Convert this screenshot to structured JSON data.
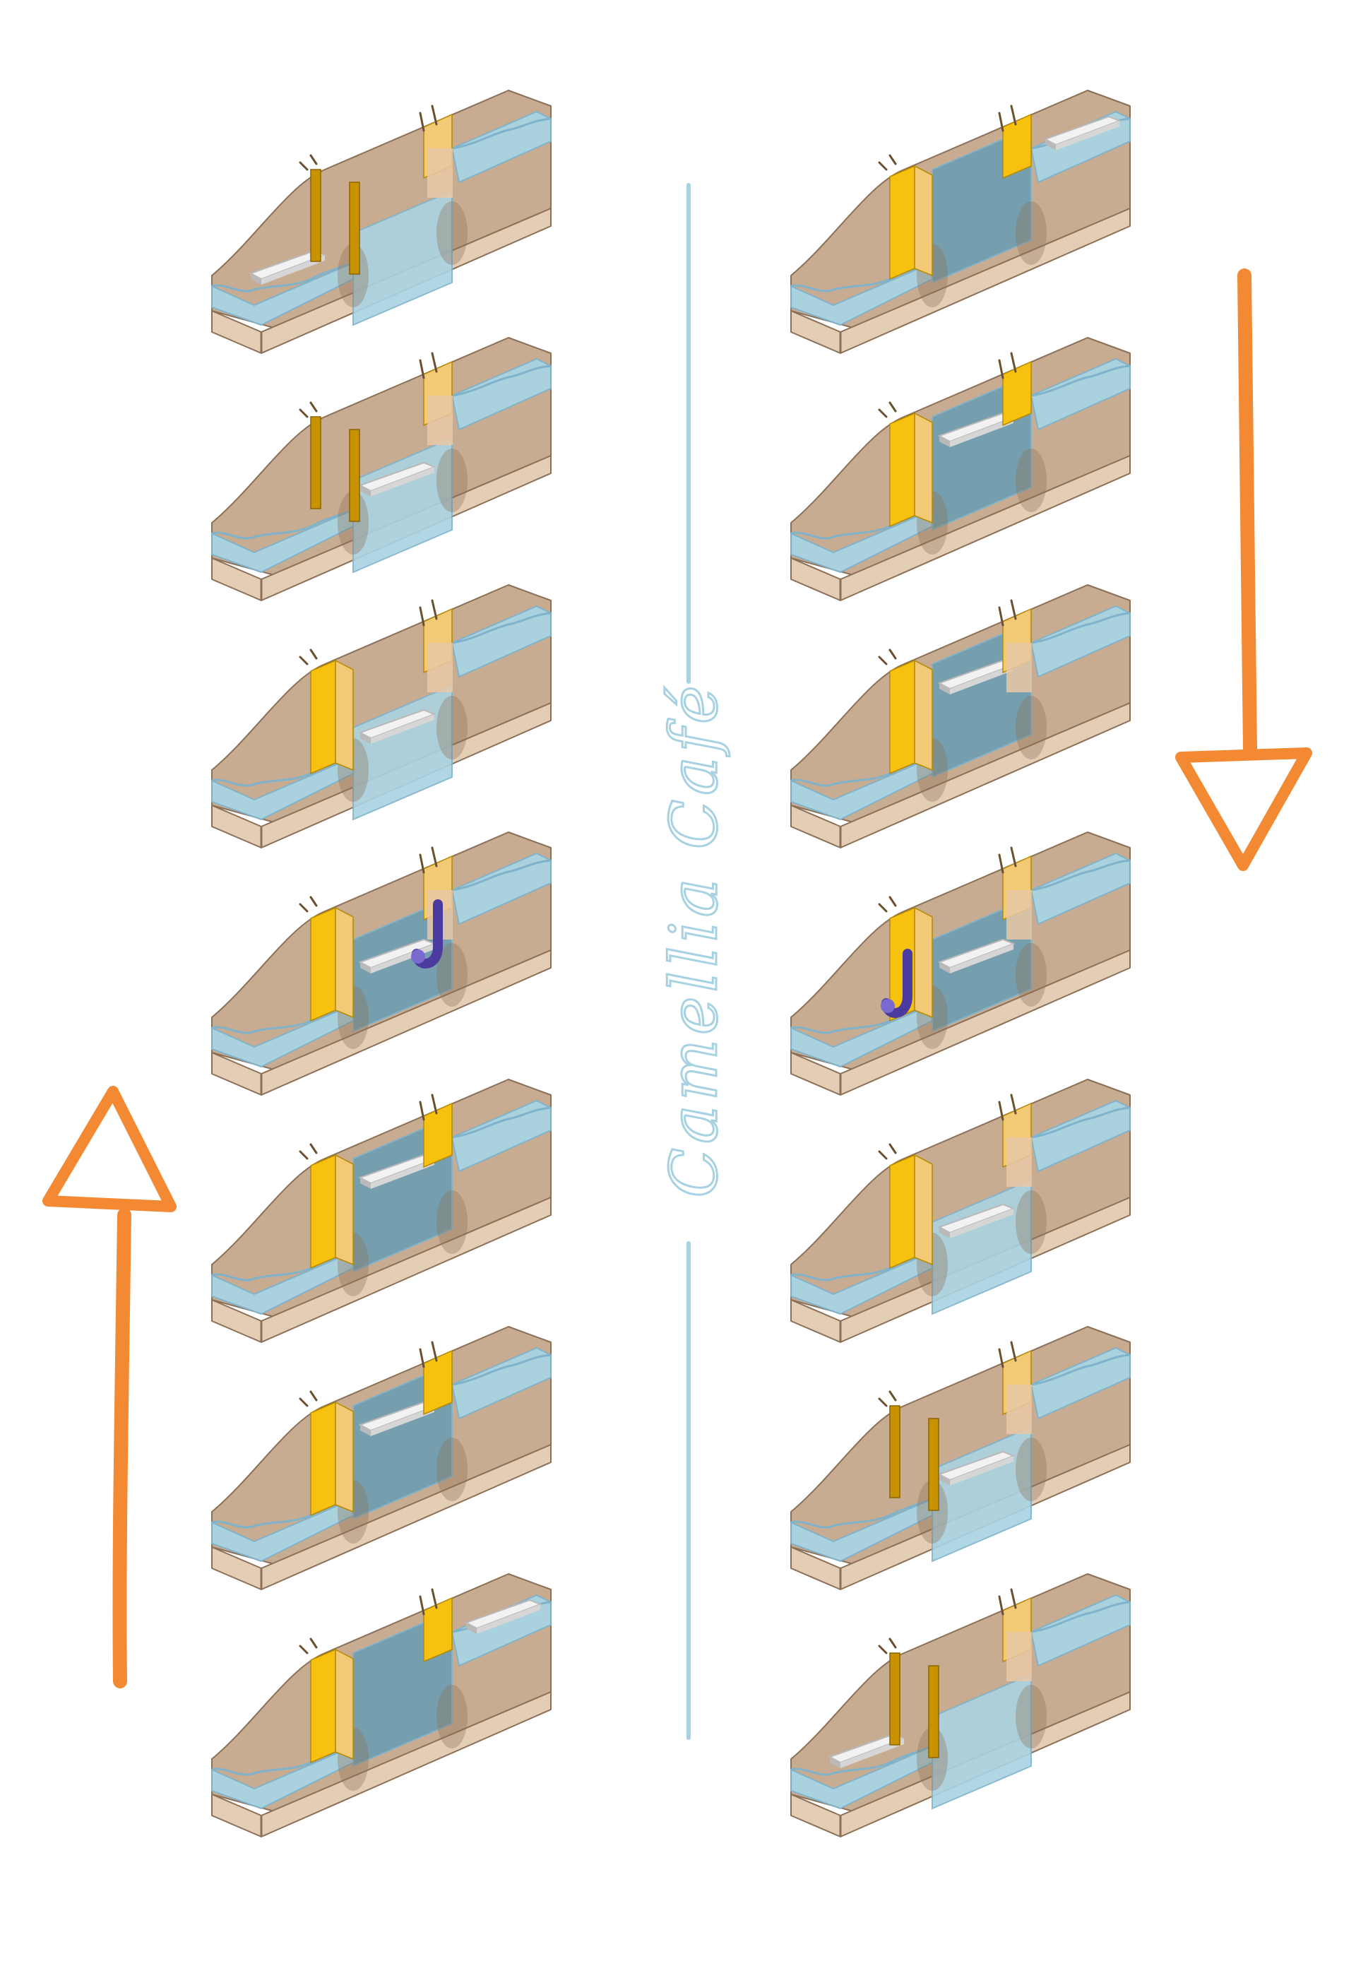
{
  "title": "Camellia Café",
  "colors": {
    "background": "#ffffff",
    "water": "#a9d3e3",
    "water_edge": "#7fb3cc",
    "water_deep": "#6d9db2",
    "earth": "#c8ac91",
    "earth_light": "#e3cdb5",
    "earth_dark": "#8b6f56",
    "gate_open": "#f6c20f",
    "gate_closed": "#c99200",
    "gate_pale": "#f2c975",
    "boat": "#f2f2f2",
    "boat_shade": "#b9b9b9",
    "pump": "#4b3ba0",
    "divider": "#a7d2e2",
    "arrow": "#f38a33"
  },
  "arrows": [
    {
      "name": "upward-arrow",
      "direction": "up"
    },
    {
      "name": "downward-arrow",
      "direction": "down"
    }
  ],
  "panels": {
    "left": [
      {
        "stage": 1,
        "gate_a": "closed",
        "gate_b": "pale",
        "boat_pos": "low",
        "chamber": "low",
        "pump": false
      },
      {
        "stage": 2,
        "gate_a": "closed",
        "gate_b": "pale",
        "boat_pos": "chamber",
        "chamber": "low",
        "pump": false
      },
      {
        "stage": 3,
        "gate_a": "open",
        "gate_b": "pale",
        "boat_pos": "chamber",
        "chamber": "low",
        "pump": false
      },
      {
        "stage": 4,
        "gate_a": "open",
        "gate_b": "pale",
        "boat_pos": "chamber",
        "chamber": "mid",
        "pump": true
      },
      {
        "stage": 5,
        "gate_a": "open",
        "gate_b": "open",
        "boat_pos": "chamber-high",
        "chamber": "high",
        "pump": false
      },
      {
        "stage": 6,
        "gate_a": "open",
        "gate_b": "open",
        "boat_pos": "chamber-high",
        "chamber": "high",
        "pump": false
      },
      {
        "stage": 7,
        "gate_a": "open",
        "gate_b": "open",
        "boat_pos": "high",
        "chamber": "high",
        "pump": false
      }
    ],
    "right": [
      {
        "stage": 1,
        "gate_a": "open",
        "gate_b": "open",
        "boat_pos": "high",
        "chamber": "high",
        "pump": false
      },
      {
        "stage": 2,
        "gate_a": "open",
        "gate_b": "open",
        "boat_pos": "chamber-high",
        "chamber": "high",
        "pump": false
      },
      {
        "stage": 3,
        "gate_a": "open",
        "gate_b": "pale",
        "boat_pos": "chamber-high",
        "chamber": "high",
        "pump": false
      },
      {
        "stage": 4,
        "gate_a": "open",
        "gate_b": "pale",
        "boat_pos": "chamber",
        "chamber": "mid",
        "pump": true
      },
      {
        "stage": 5,
        "gate_a": "open",
        "gate_b": "pale",
        "boat_pos": "chamber",
        "chamber": "low",
        "pump": false
      },
      {
        "stage": 6,
        "gate_a": "closed",
        "gate_b": "pale",
        "boat_pos": "chamber",
        "chamber": "low",
        "pump": false
      },
      {
        "stage": 7,
        "gate_a": "closed",
        "gate_b": "pale",
        "boat_pos": "low",
        "chamber": "low",
        "pump": false
      }
    ]
  }
}
